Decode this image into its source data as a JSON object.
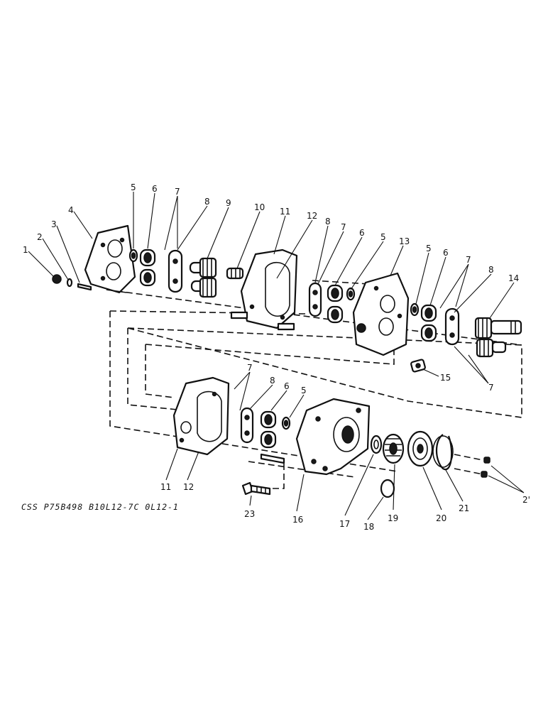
{
  "figure_code": "CSS P75B498 B10L12-7C 0L12-1",
  "callouts": [
    {
      "key": "c1",
      "text": "1"
    },
    {
      "key": "c2",
      "text": "2"
    },
    {
      "key": "c3",
      "text": "3"
    },
    {
      "key": "c4",
      "text": "4"
    },
    {
      "key": "c5a",
      "text": "5"
    },
    {
      "key": "c6a",
      "text": "6"
    },
    {
      "key": "c7a",
      "text": "7"
    },
    {
      "key": "c8a",
      "text": "8"
    },
    {
      "key": "c9",
      "text": "9"
    },
    {
      "key": "c10",
      "text": "10"
    },
    {
      "key": "c11a",
      "text": "11"
    },
    {
      "key": "c12a",
      "text": "12"
    },
    {
      "key": "c8b",
      "text": "8"
    },
    {
      "key": "c7b",
      "text": "7"
    },
    {
      "key": "c6b",
      "text": "6"
    },
    {
      "key": "c5b",
      "text": "5"
    },
    {
      "key": "c13",
      "text": "13"
    },
    {
      "key": "c5c",
      "text": "5"
    },
    {
      "key": "c6c",
      "text": "6"
    },
    {
      "key": "c7c",
      "text": "7"
    },
    {
      "key": "c8c",
      "text": "8"
    },
    {
      "key": "c14",
      "text": "14"
    },
    {
      "key": "c15",
      "text": "15"
    },
    {
      "key": "c7d",
      "text": "7"
    },
    {
      "key": "c7e",
      "text": "7"
    },
    {
      "key": "c8d",
      "text": "8"
    },
    {
      "key": "c6d",
      "text": "6"
    },
    {
      "key": "c5d",
      "text": "5"
    },
    {
      "key": "c11b",
      "text": "11"
    },
    {
      "key": "c12b",
      "text": "12"
    },
    {
      "key": "c23",
      "text": "23"
    },
    {
      "key": "c16",
      "text": "16"
    },
    {
      "key": "c17",
      "text": "17"
    },
    {
      "key": "c18",
      "text": "18"
    },
    {
      "key": "c19",
      "text": "19"
    },
    {
      "key": "c20",
      "text": "20"
    },
    {
      "key": "c21",
      "text": "21"
    },
    {
      "key": "c2b",
      "text": "2'"
    }
  ]
}
